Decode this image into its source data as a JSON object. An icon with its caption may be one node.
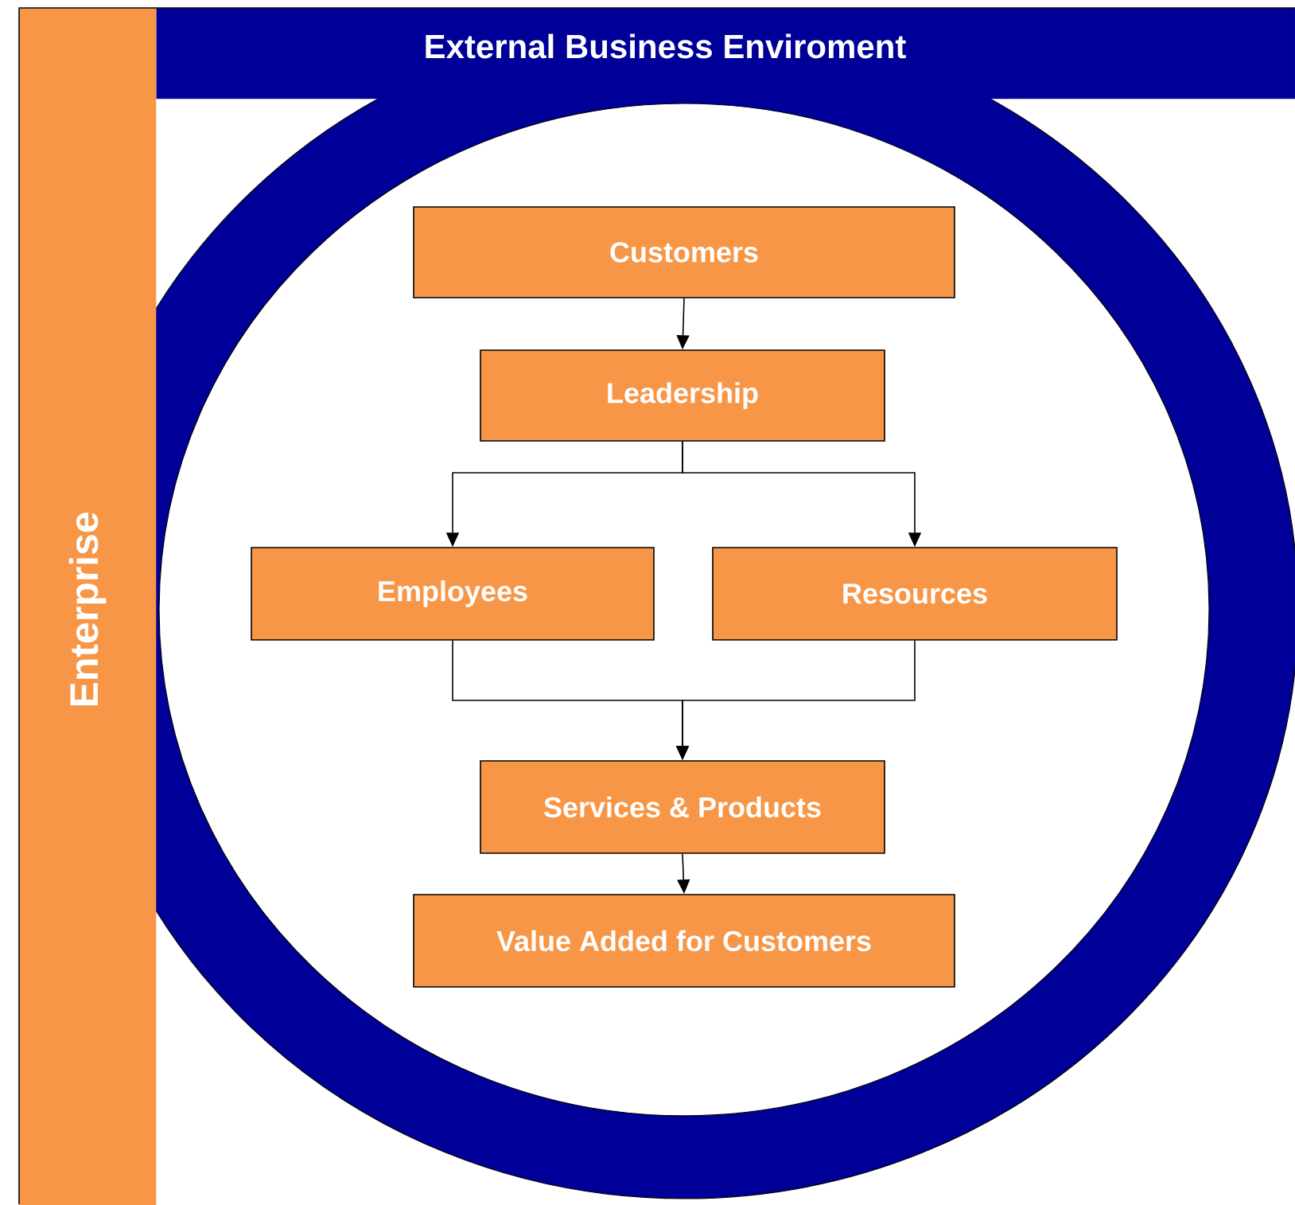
{
  "diagram": {
    "nodes": [
      {
        "text": [
          "External Business Enviroment"
        ]
      },
      {
        "text": [
          "Enterprise"
        ]
      },
      {
        "text": [],
        "shape": "circle"
      },
      {
        "text": [
          "Customers"
        ],
        "in": 2
      },
      {
        "text": [
          "Leadership"
        ],
        "in": 2
      },
      {
        "text": [
          "Employees"
        ],
        "in": 2
      },
      {
        "text": [
          "Resources"
        ],
        "in": 2
      },
      {
        "text": [
          "Services & Products"
        ],
        "in": 2
      },
      {
        "text": [
          "Value Added for Customers"
        ],
        "in": 2
      }
    ],
    "edges": [
      {
        "from": 3,
        "to": 4,
        "arrow": "to"
      },
      {
        "from": 4,
        "to": 5,
        "arrow": "to"
      },
      {
        "from": 4,
        "to": 6,
        "arrow": "to"
      },
      {
        "from": 5,
        "to": 7,
        "arrow": "to"
      },
      {
        "from": 6,
        "to": 7,
        "arrow": "to"
      },
      {
        "from": 7,
        "to": 8,
        "arrow": "to"
      }
    ]
  }
}
